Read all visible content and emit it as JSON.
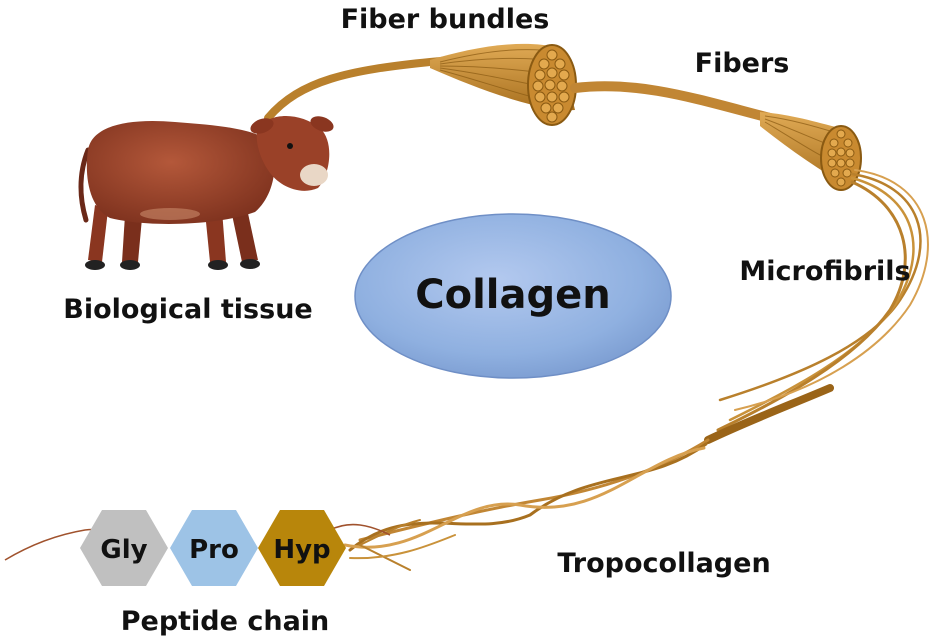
{
  "center": {
    "label": "Collagen"
  },
  "stages": [
    {
      "id": "biological-tissue",
      "label": "Biological tissue"
    },
    {
      "id": "fiber-bundles",
      "label": "Fiber bundles"
    },
    {
      "id": "fibers",
      "label": "Fibers"
    },
    {
      "id": "microfibrils",
      "label": "Microfibrils"
    },
    {
      "id": "tropocollagen",
      "label": "Tropocollagen"
    },
    {
      "id": "peptide-chain",
      "label": "Peptide chain"
    }
  ],
  "amino_acids": [
    {
      "label": "Gly",
      "color": "#c0c0c0"
    },
    {
      "label": "Pro",
      "color": "#9dc3e6"
    },
    {
      "label": "Hyp",
      "color": "#b8860b"
    }
  ],
  "colors": {
    "fiber": "#c9923a",
    "fiber_dark": "#8a5a12",
    "ellipse": "#8fb0e0",
    "peptide_line": "#a0522d"
  }
}
